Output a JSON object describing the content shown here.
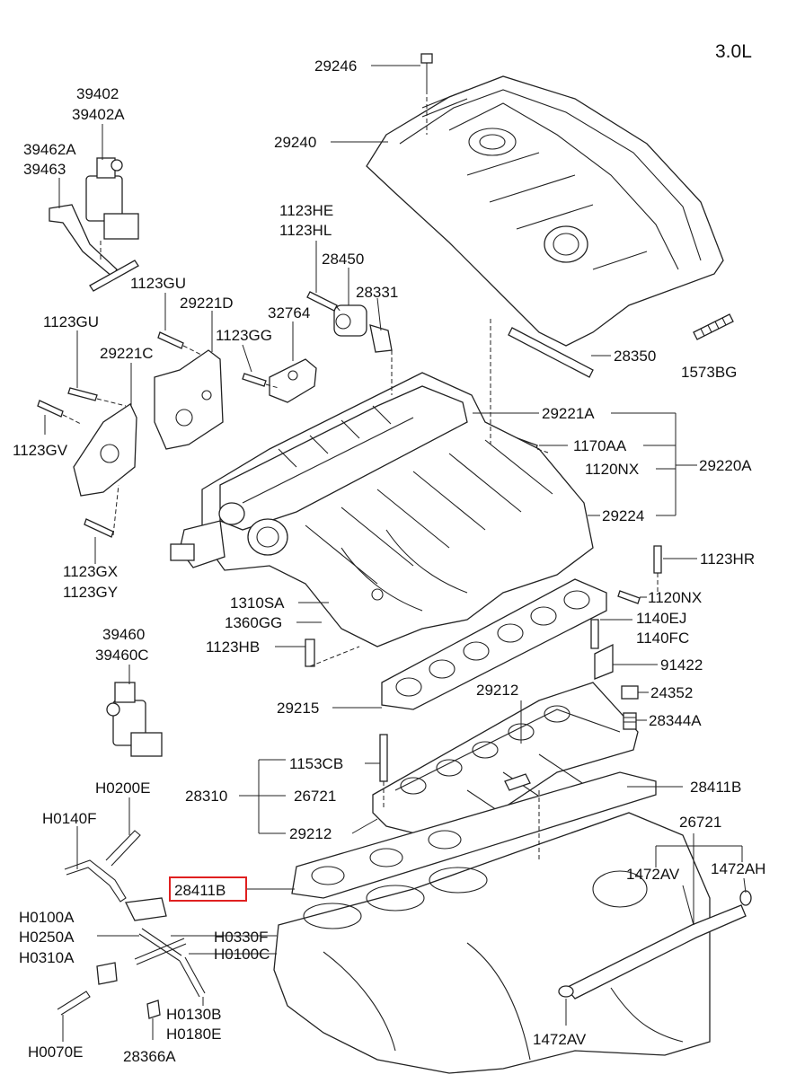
{
  "title": "3.0L",
  "labels": {
    "l29246": "29246",
    "l29240": "29240",
    "l39402": "39402",
    "l39402A": "39402A",
    "l39462A": "39462A",
    "l39463": "39463",
    "l1123HE": "1123HE",
    "l1123HL": "1123HL",
    "l28450": "28450",
    "l28331": "28331",
    "l1123GU_a": "1123GU",
    "l29221D": "29221D",
    "l32764": "32764",
    "l1123GG": "1123GG",
    "l1123GU_b": "1123GU",
    "l29221C": "29221C",
    "l28350": "28350",
    "l1573BG": "1573BG",
    "l1123GV": "1123GV",
    "l29221A": "29221A",
    "l1170AA": "1170AA",
    "l1120NX_a": "1120NX",
    "l29220A": "29220A",
    "l29224": "29224",
    "l1123GX": "1123GX",
    "l1123GY": "1123GY",
    "l1123HR": "1123HR",
    "l1120NX_b": "1120NX",
    "l1310SA": "1310SA",
    "l1360GG": "1360GG",
    "l1123HB": "1123HB",
    "l1140EJ": "1140EJ",
    "l1140FC": "1140FC",
    "l39460": "39460",
    "l39460C": "39460C",
    "l91422": "91422",
    "l24352": "24352",
    "l28344A": "28344A",
    "l29215": "29215",
    "l29212_a": "29212",
    "l1153CB": "1153CB",
    "l28310": "28310",
    "l26721_a": "26721",
    "l29212_b": "29212",
    "l28411B_a": "28411B",
    "lH0200E": "H0200E",
    "lH0140F": "H0140F",
    "l26721_b": "26721",
    "l28411B_hl": "28411B",
    "l1472AV_a": "1472AV",
    "l1472AH": "1472AH",
    "lH0100A": "H0100A",
    "lH0250A": "H0250A",
    "lH0310A": "H0310A",
    "lH0330F": "H0330F",
    "lH0100C": "H0100C",
    "lH0130B": "H0130B",
    "lH0180E": "H0180E",
    "lH0070E": "H0070E",
    "l28366A": "28366A",
    "l1472AV_b": "1472AV"
  },
  "highlight_color": "#e02020"
}
